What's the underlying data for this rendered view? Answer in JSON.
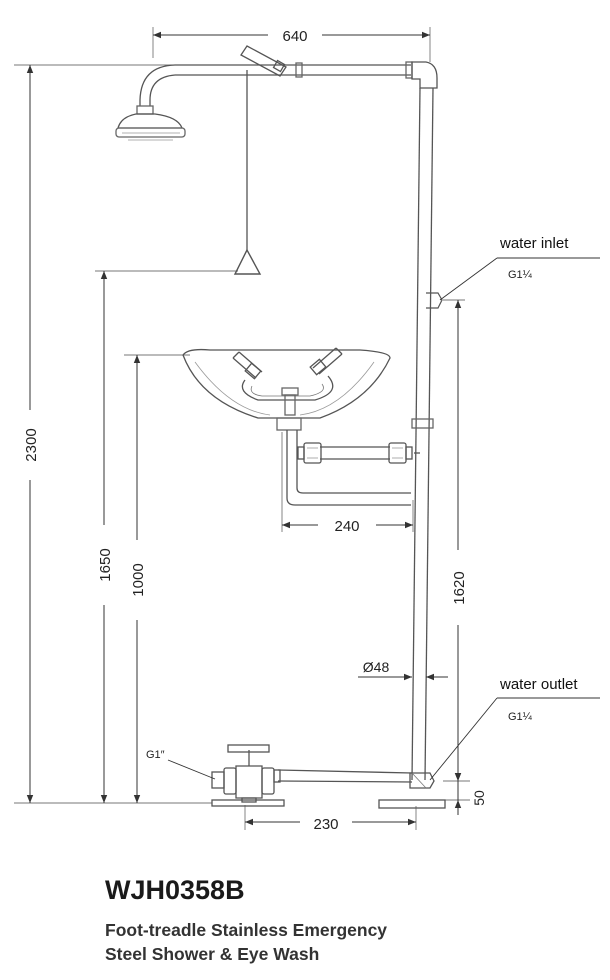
{
  "dimensions": {
    "width_top": "640",
    "height_total": "2300",
    "height_pull_handle": "1650",
    "height_eyewash": "1000",
    "height_inlet": "1620",
    "eyewash_offset": "240",
    "pipe_diameter": "Ø48",
    "foot_offset": "230",
    "base_height": "50"
  },
  "labels": {
    "water_inlet": "water inlet",
    "inlet_thread": "G1¼",
    "water_outlet": "water outlet",
    "outlet_thread": "G1¼",
    "foot_valve_thread": "G1″"
  },
  "product": {
    "model": "WJH0358B",
    "line1": "Foot-treadle Stainless Emergency",
    "line2": "Steel Shower & Eye Wash"
  }
}
